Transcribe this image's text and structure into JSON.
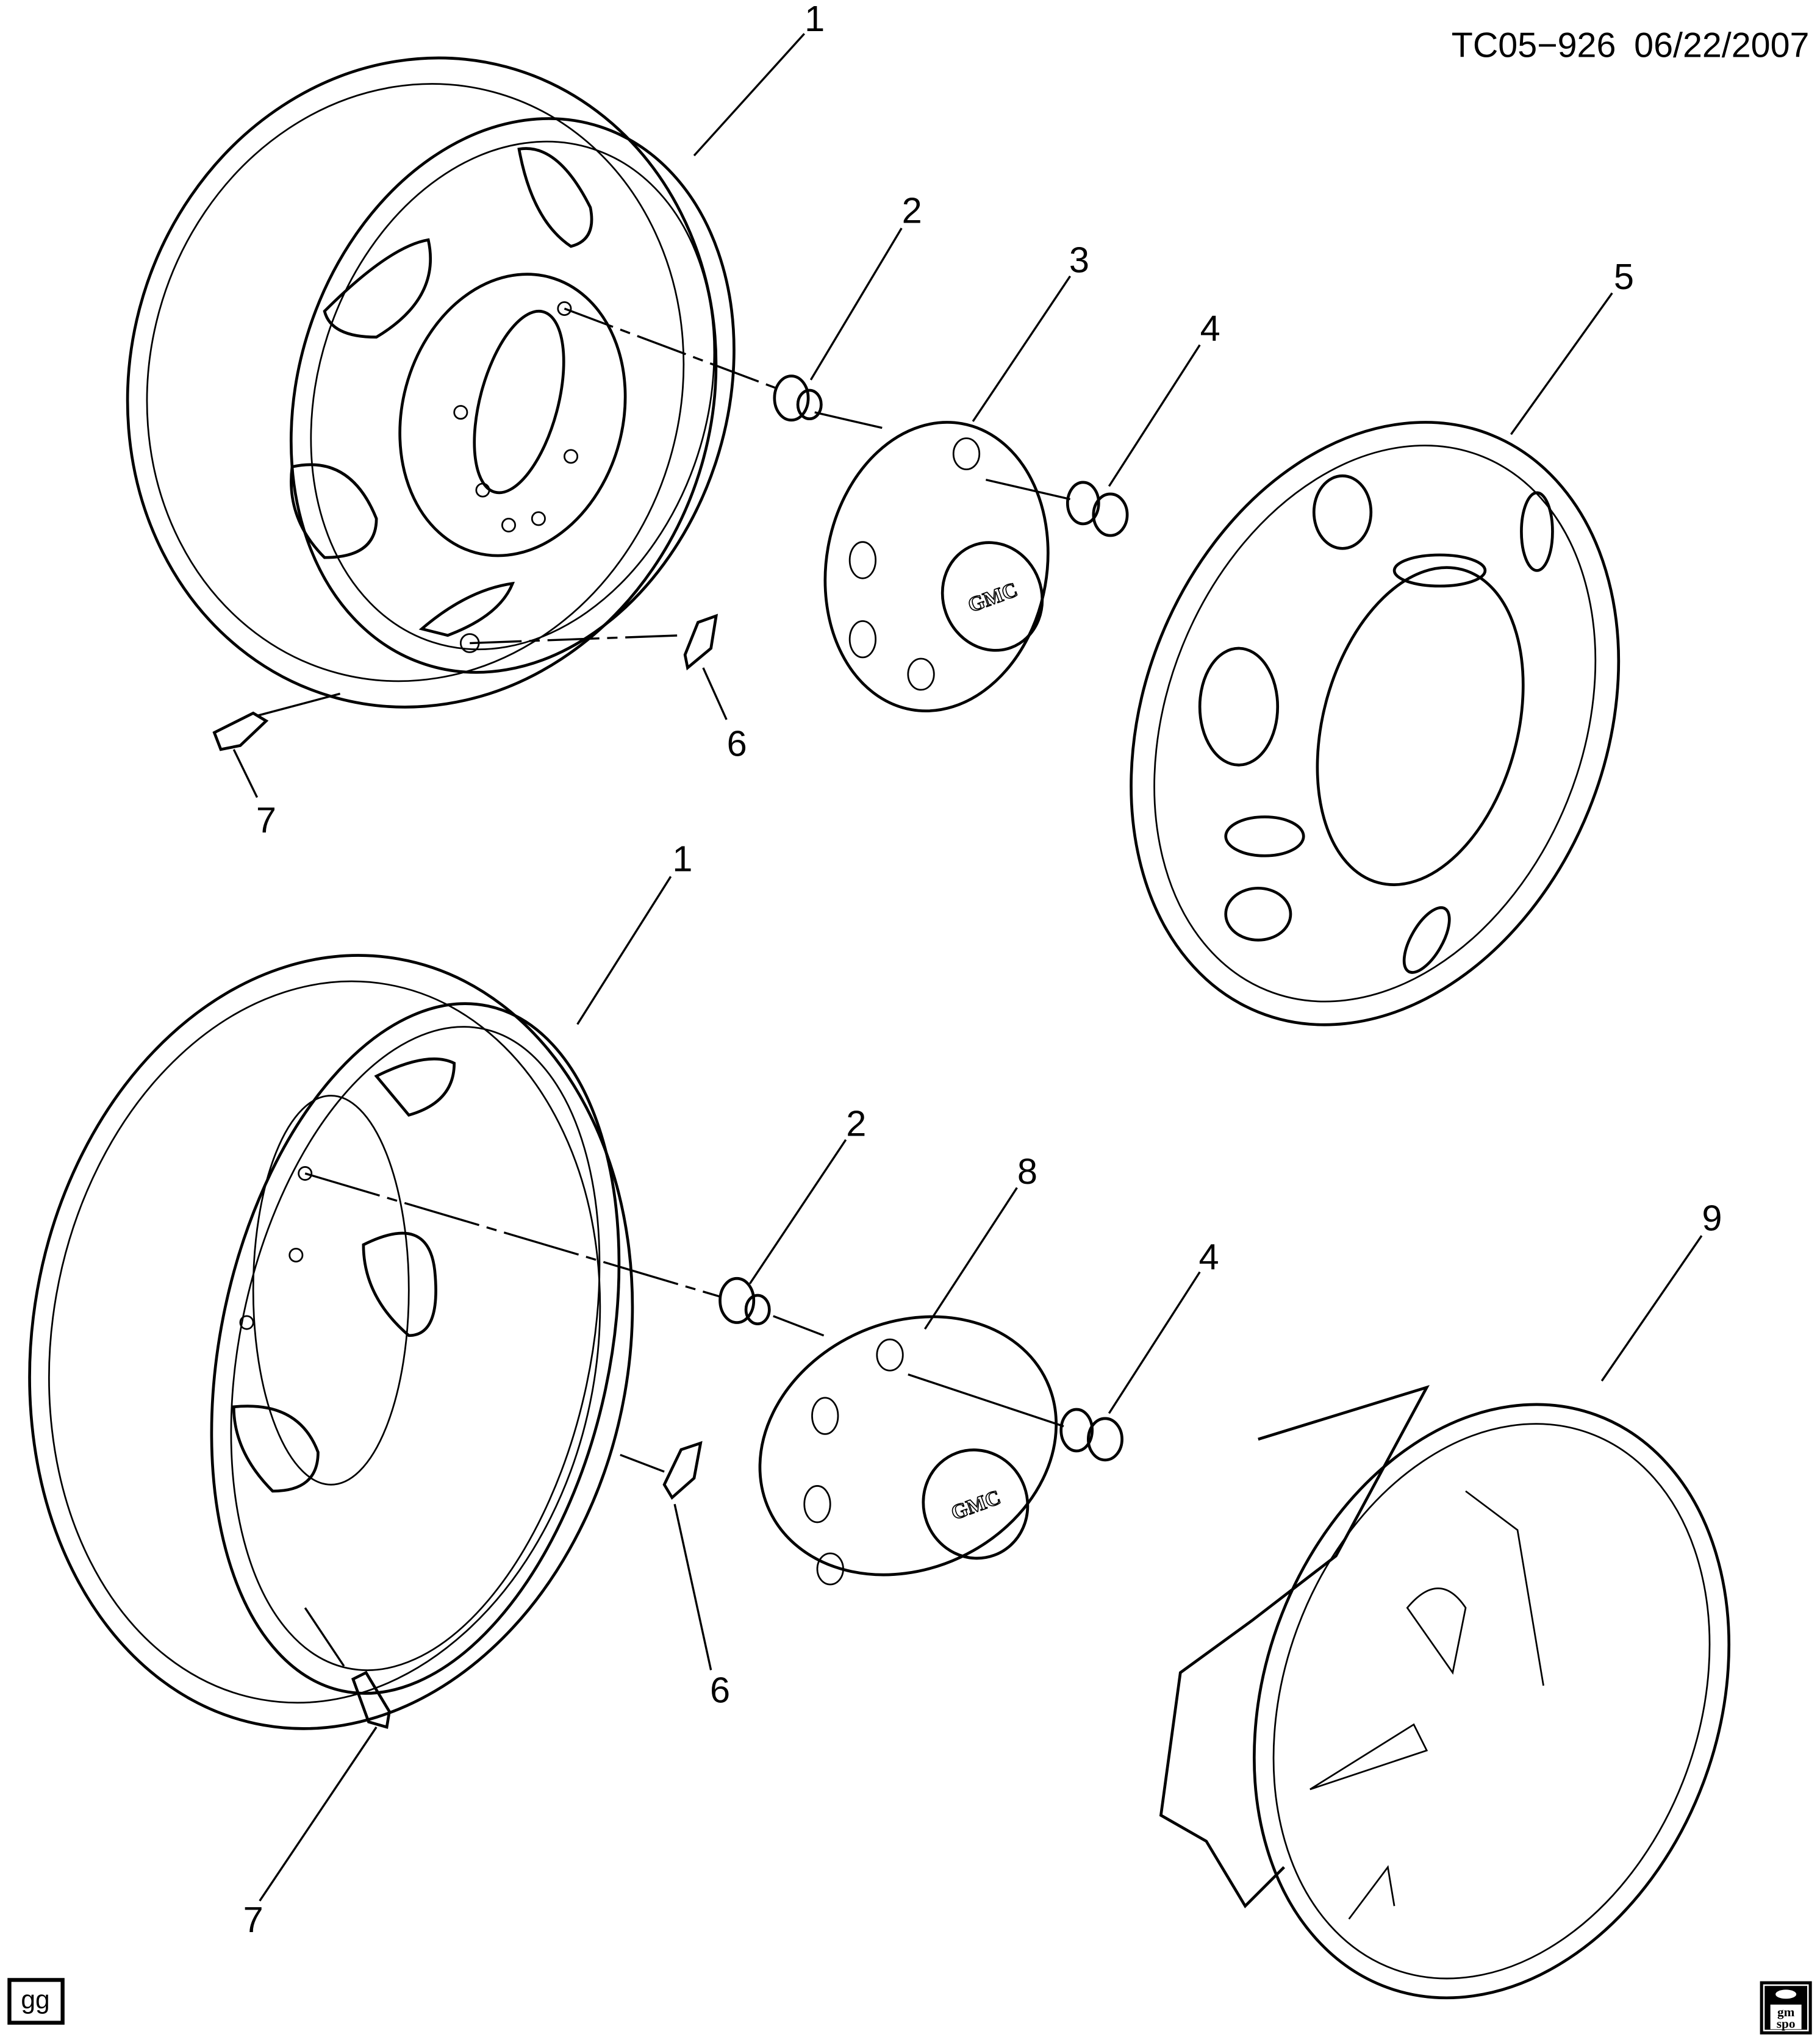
{
  "header": {
    "diagram_id": "TC05−926",
    "date": "06/22/2007"
  },
  "callouts": {
    "top_wheel": "1",
    "top_lug_nut": "2",
    "top_hub_cap": "3",
    "top_nut_cap": "4",
    "top_wheel_cover": "5",
    "top_weight": "6",
    "top_valve": "7",
    "bottom_wheel": "1",
    "bottom_lug_nut": "2",
    "bottom_hub_cap": "8",
    "bottom_nut_cap": "4",
    "bottom_wheel_cover": "9",
    "bottom_weight": "6",
    "bottom_valve": "7"
  },
  "hubcap_logo": "GMC",
  "footer": {
    "artist_code": "gg",
    "logo_text": "gm spo"
  }
}
